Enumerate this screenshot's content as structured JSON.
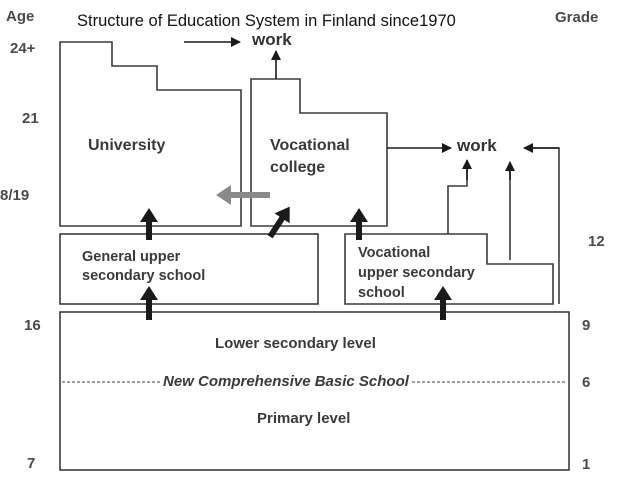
{
  "title": "Structure of Education System in Finland since1970",
  "age_axis": {
    "header": "Age",
    "ticks": [
      "24+",
      "21",
      "8/19",
      "16",
      "7"
    ]
  },
  "grade_axis": {
    "header": "Grade",
    "ticks": [
      "12",
      "9",
      "6",
      "1"
    ]
  },
  "boxes": {
    "university": "University",
    "vocational_college": [
      "Vocational",
      "college"
    ],
    "general_upper": [
      "General upper",
      "secondary school"
    ],
    "vocational_upper": [
      "Vocational",
      "upper secondary",
      "school"
    ],
    "lower_secondary": "Lower secondary level",
    "comprehensive": "New Comprehensive Basic School",
    "primary": "Primary level"
  },
  "work_labels": [
    "work",
    "work"
  ],
  "colors": {
    "line": "#3c3c3c",
    "arrow": "#1a1a1a",
    "gray_arrow": "#8a8a8a"
  }
}
